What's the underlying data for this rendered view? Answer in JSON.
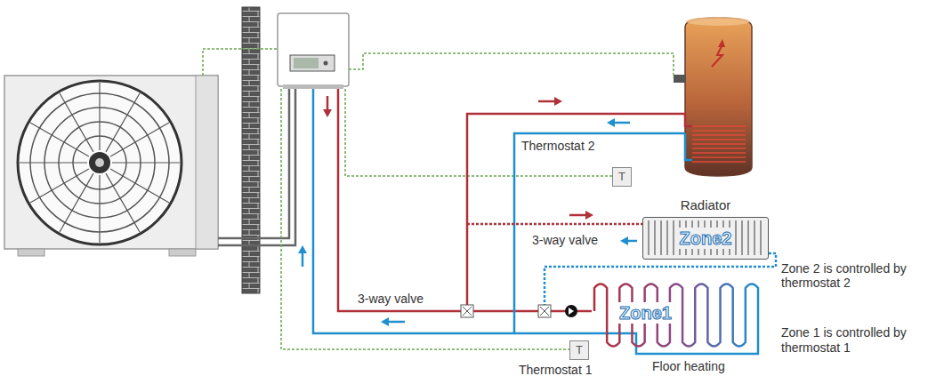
{
  "diagram": {
    "nodes": [
      {
        "text": [
          "T"
        ]
      },
      {
        "text": [
          "Radiator",
          "Zone2"
        ]
      },
      {
        "text": [
          "Zone1",
          "Floor heating"
        ]
      },
      {
        "text": [
          "T"
        ]
      }
    ],
    "labels": [
      "Thermostat 2",
      "3-way valve",
      "Zone 2 is controlled by thermostat 2",
      "3-way valve",
      "Zone 1 is controlled by thermostat 1",
      "Thermostat 1"
    ]
  }
}
